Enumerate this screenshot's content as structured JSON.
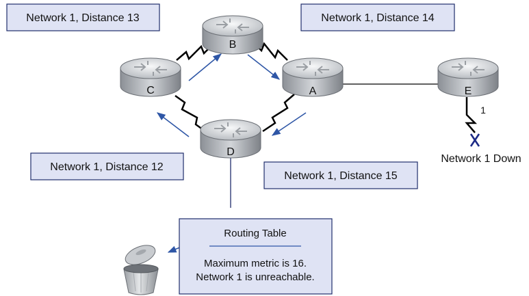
{
  "colors": {
    "box_fill": "#dfe3f4",
    "box_stroke": "#1f2d6b",
    "arrow": "#2e56a6",
    "link": "#000000",
    "router_body": "#b8bcc1",
    "router_top": "#e8eaec",
    "down_marker": "#1d2b86"
  },
  "routers": [
    {
      "id": "b",
      "label": "B"
    },
    {
      "id": "c",
      "label": "C"
    },
    {
      "id": "a",
      "label": "A"
    },
    {
      "id": "e",
      "label": "E"
    },
    {
      "id": "d",
      "label": "D"
    }
  ],
  "updates": {
    "b": "Network 1, Distance 13",
    "a": "Network 1, Distance 14",
    "c": "Network 1, Distance 12",
    "d": "Network 1, Distance 15"
  },
  "serial_link_label": "1",
  "network_down_label": "Network 1 Down",
  "routing_table": {
    "title": "Routing Table",
    "line1": "Maximum metric is 16.",
    "line2": "Network 1 is unreachable."
  },
  "icons": {
    "router": "router-icon",
    "trash": "trash-can-icon",
    "down": "network-down-x-icon"
  }
}
